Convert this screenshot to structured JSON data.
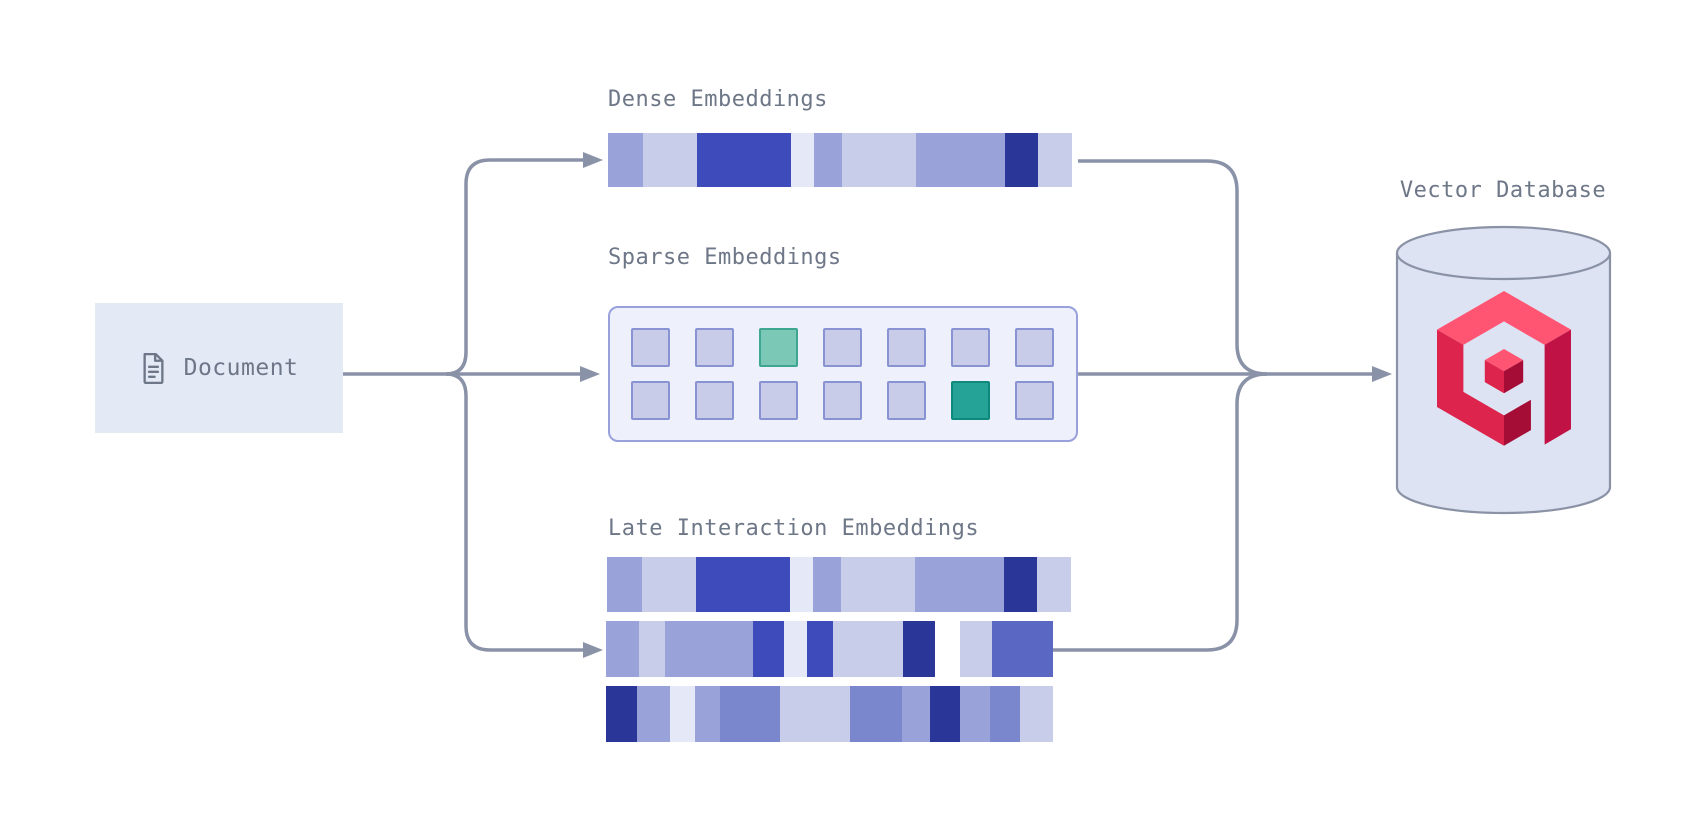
{
  "document": {
    "label": "Document",
    "icon": "document-icon"
  },
  "dense": {
    "title": "Dense Embeddings",
    "segments": [
      {
        "c": "mediumPurple",
        "w": 35
      },
      {
        "c": "lightLavender",
        "w": 54
      },
      {
        "c": "darkBlue",
        "w": 94
      },
      {
        "c": "veryLightLavender",
        "w": 23
      },
      {
        "c": "mediumPurple",
        "w": 28
      },
      {
        "c": "lightLavender",
        "w": 74
      },
      {
        "c": "mediumPurple",
        "w": 89
      },
      {
        "c": "darkNavy",
        "w": 33
      },
      {
        "c": "lightLavender",
        "w": 34
      }
    ]
  },
  "sparse": {
    "title": "Sparse Embeddings",
    "grid": [
      [
        "default",
        "default",
        "tealLight",
        "default",
        "default",
        "default",
        "default"
      ],
      [
        "default",
        "default",
        "default",
        "default",
        "default",
        "tealDark",
        "default"
      ]
    ]
  },
  "late_interaction": {
    "title": "Late Interaction Embeddings",
    "bars": [
      [
        {
          "c": "mediumPurple",
          "w": 35
        },
        {
          "c": "lightLavender",
          "w": 54
        },
        {
          "c": "darkBlue",
          "w": 94
        },
        {
          "c": "veryLightLavender",
          "w": 23
        },
        {
          "c": "mediumPurple",
          "w": 28
        },
        {
          "c": "lightLavender",
          "w": 74
        },
        {
          "c": "mediumPurple",
          "w": 89
        },
        {
          "c": "darkNavy",
          "w": 33
        },
        {
          "c": "lightLavender",
          "w": 34
        }
      ],
      [
        {
          "c": "mediumPurple",
          "w": 33
        },
        {
          "c": "lightLavender",
          "w": 26
        },
        {
          "c": "mediumPurple",
          "w": 88
        },
        {
          "c": "darkBlue",
          "w": 31
        },
        {
          "c": "veryLightLavender",
          "w": 23
        },
        {
          "c": "darkBlue",
          "w": 26
        },
        {
          "c": "lightLavender",
          "w": 70
        },
        {
          "c": "darkNavy",
          "w": 32
        },
        {
          "c": "white",
          "w": 25
        },
        {
          "c": "lightLavender",
          "w": 32
        },
        {
          "c": "brightBlue",
          "w": 61
        }
      ],
      [
        {
          "c": "darkNavy",
          "w": 31
        },
        {
          "c": "mediumPurple",
          "w": 33
        },
        {
          "c": "veryLightLavender",
          "w": 25
        },
        {
          "c": "mediumPurple",
          "w": 25
        },
        {
          "c": "mediumBlue",
          "w": 60
        },
        {
          "c": "lightLavender",
          "w": 70
        },
        {
          "c": "mediumBlue",
          "w": 52
        },
        {
          "c": "mediumPurple",
          "w": 28
        },
        {
          "c": "darkNavy",
          "w": 30
        },
        {
          "c": "mediumPurple",
          "w": 30
        },
        {
          "c": "mediumBlue",
          "w": 30
        },
        {
          "c": "lightLavender",
          "w": 33
        }
      ]
    ]
  },
  "vector_database": {
    "title": "Vector Database",
    "logo": "qdrant-logo"
  },
  "colors": {
    "mediumPurple": "#9AA3D9",
    "lightLavender": "#C8CDEA",
    "darkBlue": "#3D4CBA",
    "veryLightLavender": "#E5E8F6",
    "darkNavy": "#2B3699",
    "mediumBlue": "#7B87CC",
    "brightBlue": "#5A68C4",
    "white": "#FFFFFF",
    "docBoxFill": "#E4E9F6",
    "boxFill": "#EEF1FB",
    "boxBorder": "#98A1DB",
    "cellFill": "#C9CCE9",
    "cellBorder": "#8A93D2",
    "tealLightFill": "#7BC8B6",
    "tealLightBorder": "#3FA692",
    "tealDarkFill": "#24A396",
    "tealDarkBorder": "#0F897C",
    "textColor": "#6E7787",
    "arrowColor": "#8A92A8",
    "cylFill": "#DEE3F3",
    "cylStroke": "#8A92A6",
    "logoPink": "#FF5472",
    "logoCrimson": "#DC244C",
    "logoDark": "#C11245",
    "logoDarker": "#A50D36"
  }
}
